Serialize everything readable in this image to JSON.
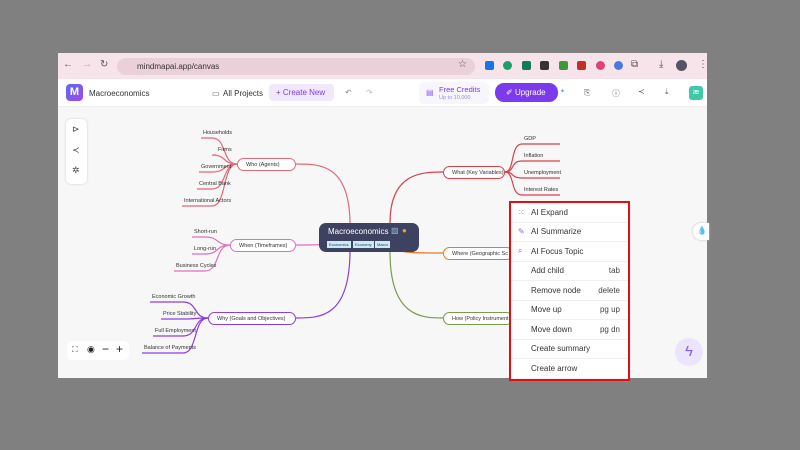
{
  "browser": {
    "url": "mindmapai.app/canvas"
  },
  "header": {
    "title": "Macroeconomics",
    "all_projects": "All Projects",
    "create_new": "+ Create New",
    "credits_title": "Free Credits",
    "credits_sub": "Up to 10,000",
    "upgrade": "Upgrade"
  },
  "mindmap": {
    "center": {
      "title": "Macroeconomics",
      "tags": [
        "Economics",
        "Economy",
        "Macro"
      ]
    },
    "left": [
      {
        "label": "Who (Agents)",
        "color": "#e06a7a",
        "children": [
          "Households",
          "Firms",
          "Government",
          "Central Bank",
          "International Actors"
        ]
      },
      {
        "label": "When (Timeframes)",
        "color": "#e070c0",
        "children": [
          "Short-run",
          "Long-run",
          "Business Cycles"
        ]
      },
      {
        "label": "Why (Goals and Objectives)",
        "color": "#8a3fe0",
        "children": [
          "Economic Growth",
          "Price Stability",
          "Full Employment",
          "Balance of Payments"
        ]
      }
    ],
    "right": [
      {
        "label": "What (Key Variables)",
        "color": "#d8404a",
        "children": [
          "GDP",
          "Inflation",
          "Unemployment",
          "Interest Rates"
        ]
      },
      {
        "label": "Where (Geographic Sc",
        "color": "#e8782a",
        "children": []
      },
      {
        "label": "How (Policy Instrument",
        "color": "#7a9a50",
        "children": []
      }
    ]
  },
  "context_menu": [
    {
      "label": "AI Expand",
      "icon": "expand-icon",
      "shortcut": ""
    },
    {
      "label": "AI Summarize",
      "icon": "edit-icon",
      "shortcut": ""
    },
    {
      "label": "AI Focus Topic",
      "icon": "search-icon",
      "shortcut": ""
    },
    {
      "label": "Add child",
      "shortcut": "tab"
    },
    {
      "label": "Remove node",
      "shortcut": "delete"
    },
    {
      "label": "Move up",
      "shortcut": "pg up"
    },
    {
      "label": "Move down",
      "shortcut": "pg dn"
    },
    {
      "label": "Create summary",
      "shortcut": ""
    },
    {
      "label": "Create arrow",
      "shortcut": ""
    }
  ],
  "colors": {
    "accent": "#7c3aed",
    "menu_border": "#e01010",
    "center_node": "#3d4260"
  }
}
